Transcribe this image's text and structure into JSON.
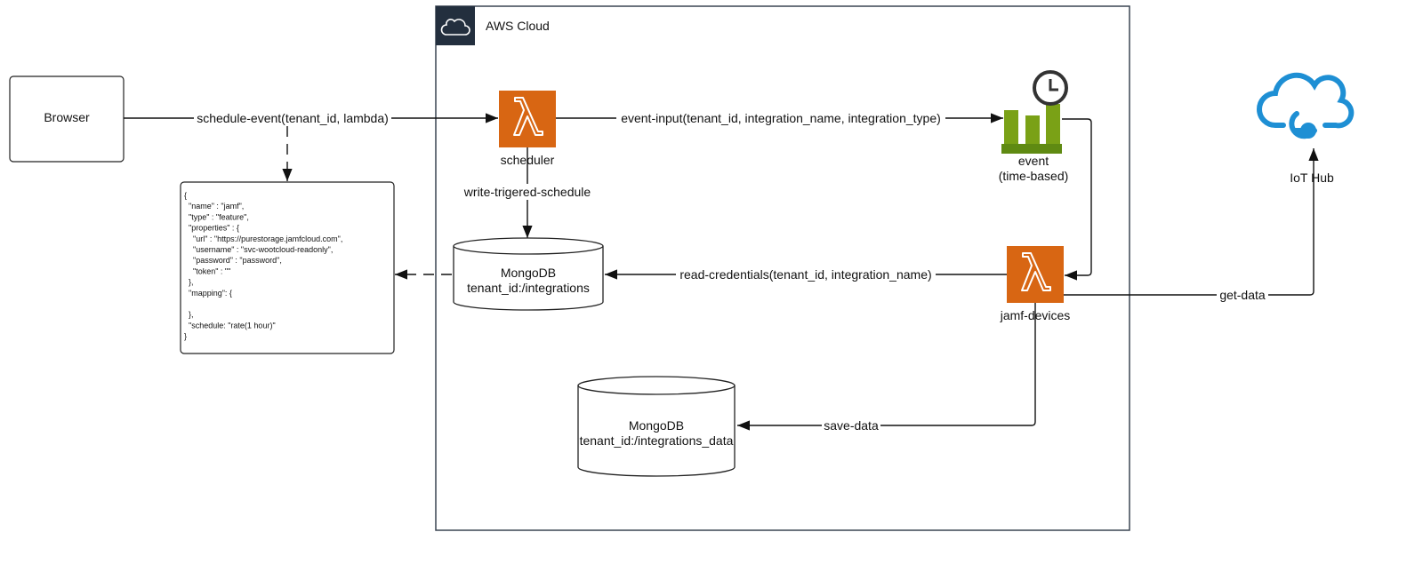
{
  "cloud": {
    "title": "AWS Cloud"
  },
  "nodes": {
    "browser": "Browser",
    "scheduler": "scheduler",
    "event": [
      "event",
      "(time-based)"
    ],
    "jamf_devices": "jamf-devices",
    "iot_hub": "IoT Hub",
    "mongo_integrations": [
      "MongoDB",
      "tenant_id:/integrations"
    ],
    "mongo_integrations_data": [
      "MongoDB",
      "tenant_id:/integrations_data"
    ]
  },
  "config_note": [
    "{",
    "  \"name\" : \"jamf\",",
    "  \"type\" : \"feature\",",
    "  \"properties\" : {",
    "    \"url\" : \"https://purestorage.jamfcloud.com\",",
    "    \"username\" : \"svc-wootcloud-readonly\",",
    "    \"password\" : \"password\",",
    "    \"token\" : \"\"",
    "  },",
    "  \"mapping\": {",
    "",
    "  },",
    "  \"schedule: \"rate(1 hour)\"",
    "}"
  ],
  "edges": {
    "schedule_event": "schedule-event(tenant_id, lambda)",
    "event_input": "event-input(tenant_id, integration_name, integration_type)",
    "write_schedule": "write-trigered-schedule",
    "read_credentials": "read-credentials(tenant_id, integration_name)",
    "get_data": "get-data",
    "save_data": "save-data"
  },
  "colors": {
    "lambda": "#d86613",
    "cloud_border": "#232f3e",
    "cloud_header": "#232f3e",
    "event_bars": "#7aa116",
    "iot_blue": "#1e8fd4"
  },
  "icons": {
    "cloud": "cloud-icon",
    "lambda": "lambda-icon",
    "event": "eventbridge-event-icon",
    "clock": "clock-icon",
    "iot": "iot-hub-icon"
  }
}
